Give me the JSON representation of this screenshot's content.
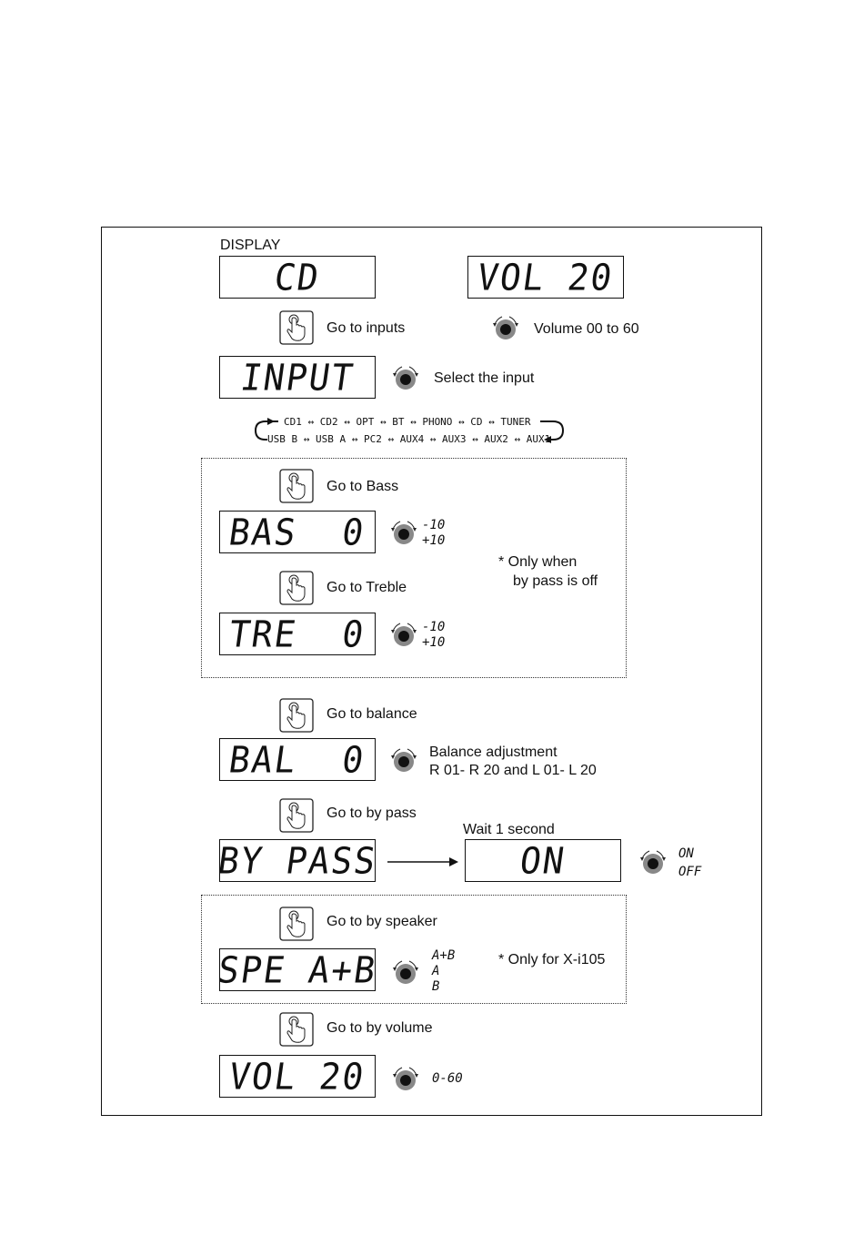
{
  "display_label": "DISPLAY",
  "displays": {
    "cd": "CD",
    "vol_top": "VOL 20",
    "input": "INPUT",
    "bass": "BAS  0",
    "treble": "TRE  0",
    "balance": "BAL  0",
    "bypass": "BY PASS",
    "on": "ON",
    "speaker": "SPE A+B",
    "vol_bottom": "VOL 20"
  },
  "actions": {
    "inputs": "Go to inputs",
    "bass": "Go to Bass",
    "treble": "Go to Treble",
    "balance": "Go to balance",
    "bypass": "Go to by pass",
    "speaker": "Go to by speaker",
    "volume": "Go to by volume"
  },
  "notes": {
    "volume_range": "Volume 00 to 60",
    "select_input": "Select the input",
    "bass_range": [
      "-10",
      "+10"
    ],
    "treble_range": [
      "-10",
      "+10"
    ],
    "bypass_note": [
      "* Only when",
      "by pass is off"
    ],
    "balance": [
      "Balance adjustment",
      "R 01- R 20  and L 01- L 20"
    ],
    "wait": "Wait 1 second",
    "bypass_options": [
      "ON",
      "OFF"
    ],
    "speaker_options": [
      "A+B",
      "A",
      "B"
    ],
    "speaker_note": "* Only for X-i105",
    "volume_range_bottom": "0-60"
  },
  "input_chain": {
    "top": "CD1 ↔ CD2 ↔ OPT ↔ BT ↔ PHONO ↔ CD ↔ TUNER",
    "bottom": "USB B ↔ USB A ↔ PC2 ↔ AUX4 ↔ AUX3 ↔ AUX2 ↔ AUX1"
  }
}
